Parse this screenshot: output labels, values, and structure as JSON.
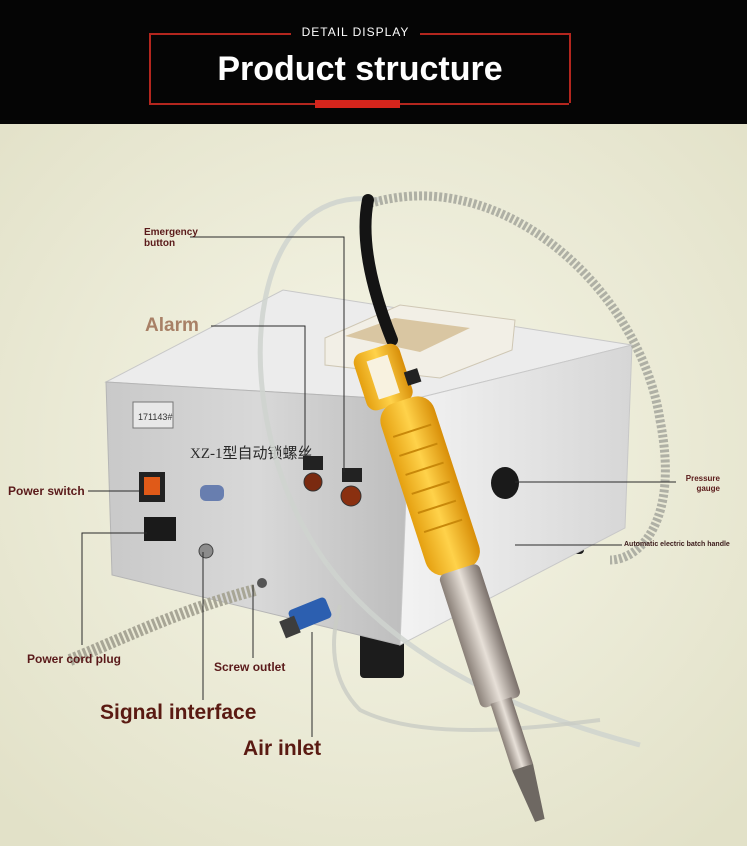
{
  "header": {
    "subtitle": "DETAIL DISPLAY",
    "title": "Product structure"
  },
  "labels": {
    "emergency": "Emergency\nbutton",
    "alarm": "Alarm",
    "power_switch": "Power switch",
    "power_cord": "Power cord plug",
    "screw_outlet": "Screw outlet",
    "signal": "Signal interface",
    "air": "Air inlet",
    "pressure": "Pressure\ngauge",
    "handle": "Automatic electric batch handle"
  },
  "device": {
    "panel_text": "XZ-1型自动锁螺丝",
    "sticker": "171143#"
  },
  "colors": {
    "header_bg": "#050505",
    "accent_red": "#d4251c",
    "background": "#ecebd9",
    "handle_yellow": "#f2b51a"
  }
}
